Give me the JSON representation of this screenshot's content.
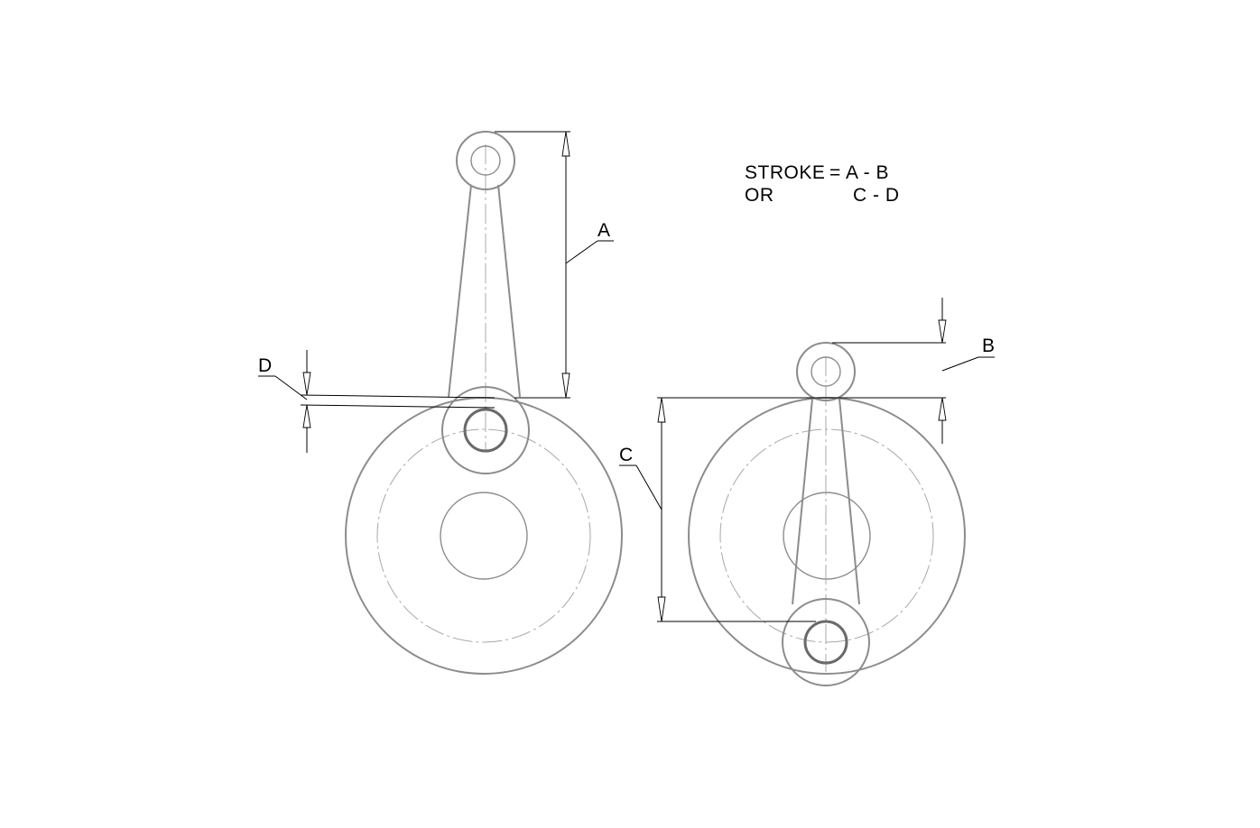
{
  "note": {
    "line1_label": "STROKE",
    "line1_eq": "= A - B",
    "line2_label": "OR",
    "line2_eq": "C - D"
  },
  "dimensions": {
    "a": "A",
    "b": "B",
    "c": "C",
    "d": "D"
  },
  "colors": {
    "part_stroke": "#8c8c8c",
    "center_line": "#a8a8a8",
    "dimension": "#000000"
  }
}
